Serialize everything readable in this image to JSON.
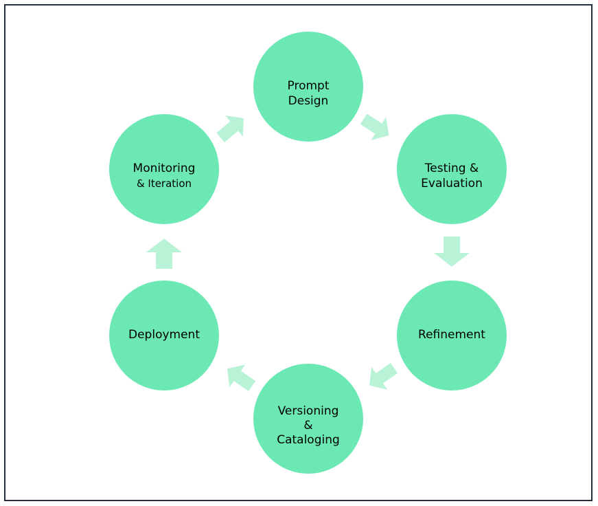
{
  "diagram": {
    "type": "cycle",
    "colors": {
      "node": "#6ce8b5",
      "arrow": "#b8f2d7",
      "border": "#232f3e"
    },
    "stages": [
      {
        "id": "prompt-design",
        "lines": [
          "Prompt",
          "Design"
        ]
      },
      {
        "id": "testing-evaluation",
        "lines": [
          "Testing &",
          "Evaluation"
        ]
      },
      {
        "id": "refinement",
        "lines": [
          "Refinement"
        ]
      },
      {
        "id": "versioning-cataloging",
        "lines": [
          "Versioning",
          "&",
          "Cataloging"
        ]
      },
      {
        "id": "deployment",
        "lines": [
          "Deployment"
        ]
      },
      {
        "id": "monitoring-iteration",
        "lines": [
          "Monitoring",
          "& Iteration"
        ]
      }
    ]
  }
}
